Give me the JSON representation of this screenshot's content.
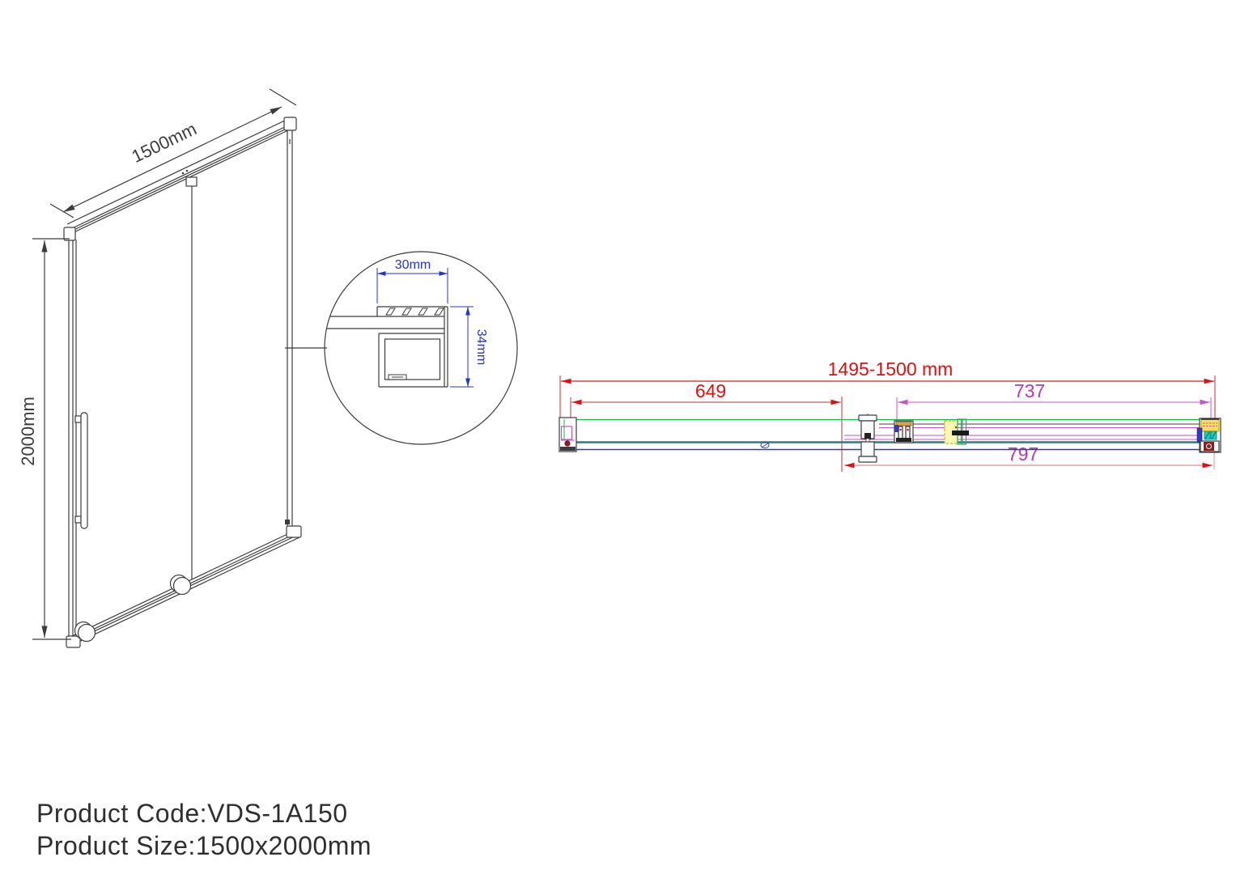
{
  "front_view": {
    "width_dim": "1500mm",
    "height_dim": "2000mm"
  },
  "detail_view": {
    "width_dim": "30mm",
    "height_dim": "34mm"
  },
  "top_view": {
    "overall_dim": "1495-1500 mm",
    "fixed_panel_dim": "649",
    "door_dim": "737",
    "opening_dim": "797"
  },
  "product": {
    "code_line": "Product Code:VDS-1A150",
    "size_line": "Product Size:1500x2000mm"
  },
  "colors": {
    "line": "#3c3c3c",
    "dim_red": "#dd1111",
    "dim_dark_red": "#b03a3a",
    "dim_salmon": "#dd9090",
    "dim_magenta": "#c455c4",
    "dim_purple_text": "#b23ab2",
    "dim_blue": "#2636c8",
    "track_green": "#12b84a",
    "track_teal": "#287e7e",
    "track_navy": "#32418f",
    "part_yellow": "#f3e24a",
    "part_blue": "#2a3bd9",
    "part_cyan": "#19cccc",
    "part_dark_red": "#8b2020",
    "part_tan": "#d9a05e"
  }
}
